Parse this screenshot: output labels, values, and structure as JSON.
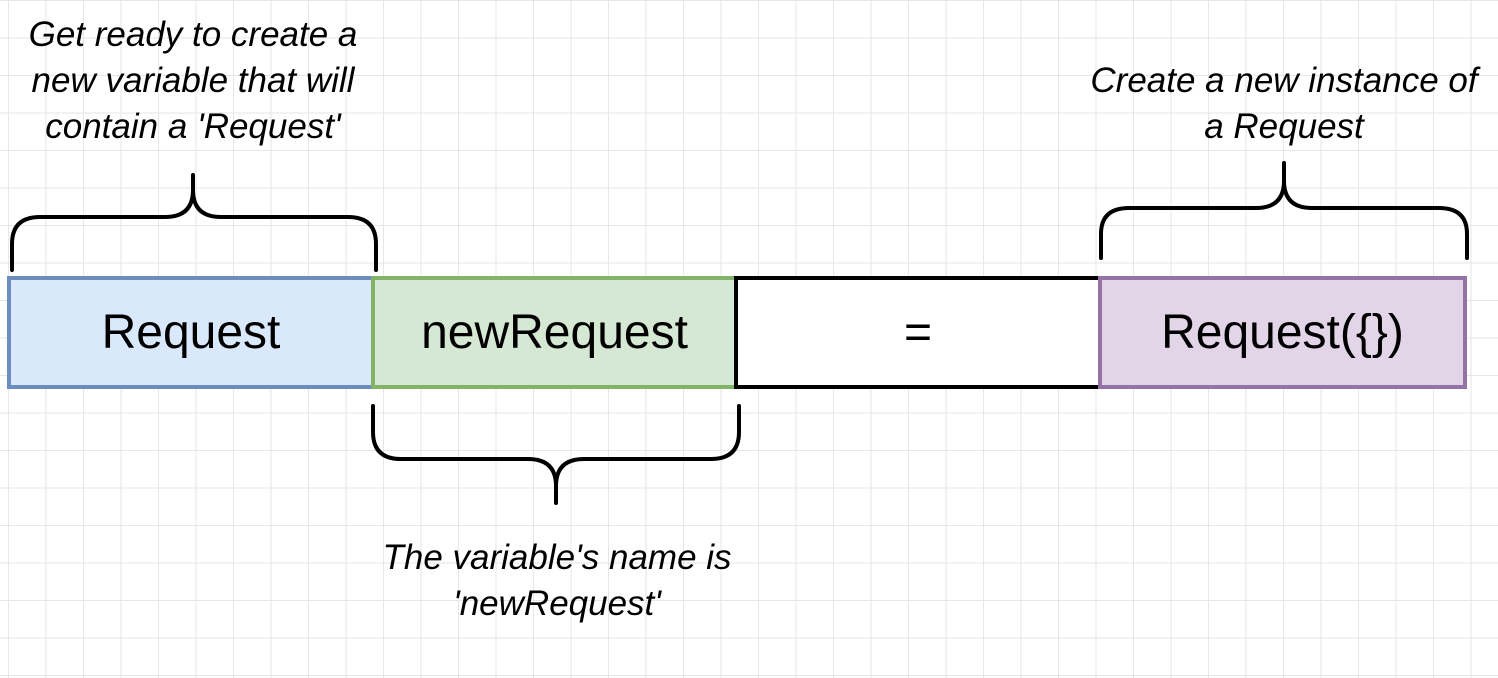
{
  "diagram": {
    "boxes": {
      "type_label": "Request",
      "name_label": "newRequest",
      "equals_label": "=",
      "instance_label": "Request({})"
    },
    "annotations": {
      "type_note": "Get ready to create a new variable that will contain a 'Request'",
      "name_note": "The variable's name is 'newRequest'",
      "instance_note": "Create a new instance of a Request"
    },
    "colors": {
      "type_fill": "#dae8fc",
      "type_border": "#6c8ebf",
      "name_fill": "#d5e8d4",
      "name_border": "#82b366",
      "instance_fill": "#e1d5e7",
      "instance_border": "#9673a6"
    }
  }
}
